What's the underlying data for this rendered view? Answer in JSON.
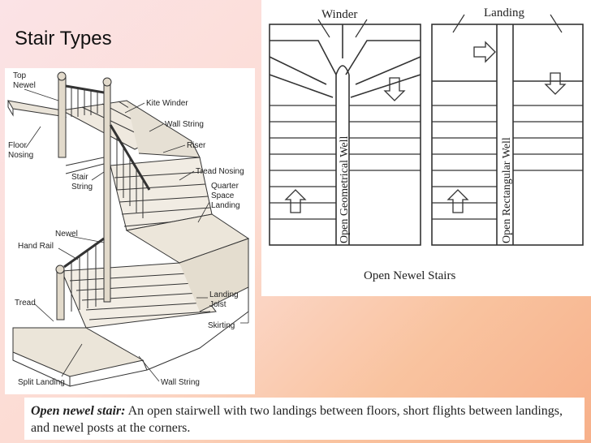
{
  "slide": {
    "title": "Stair Types"
  },
  "left_diagram": {
    "labels": {
      "top_newel": [
        "Top",
        "Newel"
      ],
      "kite_winder": "Kite Winder",
      "wall_string_top": "Wall String",
      "floor_nosing": [
        "Floor",
        "Nosing"
      ],
      "riser": "Riser",
      "tread_nosing": "Tread Nosing",
      "stair_string": [
        "Stair",
        "String"
      ],
      "quarter_space_landing": [
        "Quarter",
        "Space",
        "Landing"
      ],
      "newel": "Newel",
      "hand_rail": "Hand Rail",
      "landing_joist": [
        "Landing",
        "Joist"
      ],
      "tread": "Tread",
      "skirting": "Skirting",
      "split_landing": "Split Landing",
      "wall_string_bottom": "Wall String"
    }
  },
  "right_diagram": {
    "labels": {
      "winder": "Winder",
      "landing": "Landing",
      "open_geometrical_well": "Open Geometrical Well",
      "open_rectangular_well": "Open Rectangular Well",
      "plan_title": "Open Newel Stairs"
    }
  },
  "caption": {
    "term": "Open newel stair:",
    "text": " An open stairwell with two landings between floors, short flights between landings, and newel posts at the corners."
  }
}
